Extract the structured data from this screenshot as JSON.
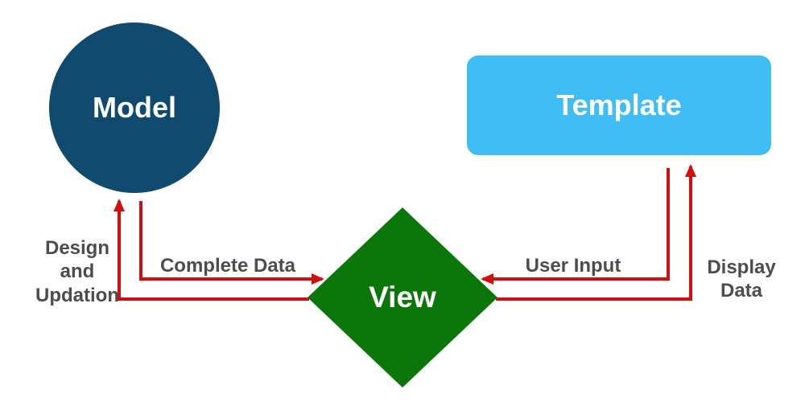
{
  "diagram": {
    "type": "flow-architecture",
    "nodes": {
      "model": {
        "label": "Model",
        "shape": "circle",
        "color": "#104a6e"
      },
      "template": {
        "label": "Template",
        "shape": "rounded-rect",
        "color": "#41bdf5"
      },
      "view": {
        "label": "View",
        "shape": "diamond",
        "color": "#0b770b"
      }
    },
    "edges": [
      {
        "from": "view",
        "to": "model",
        "label": "Design\nand\nUpdation",
        "direction": "up-into-model"
      },
      {
        "from": "model",
        "to": "view",
        "label": "Complete Data",
        "direction": "right-into-view"
      },
      {
        "from": "template",
        "to": "view",
        "label": "User Input",
        "direction": "left-into-view"
      },
      {
        "from": "view",
        "to": "template",
        "label": "Display\nData",
        "direction": "up-into-template"
      }
    ]
  },
  "colors": {
    "model": "#104a6e",
    "template": "#41bdf5",
    "view": "#0b770b",
    "arrow": "#d40e0e",
    "label_text": "#4d4d4d",
    "node_text": "#ffffff",
    "background": "#ffffff"
  }
}
